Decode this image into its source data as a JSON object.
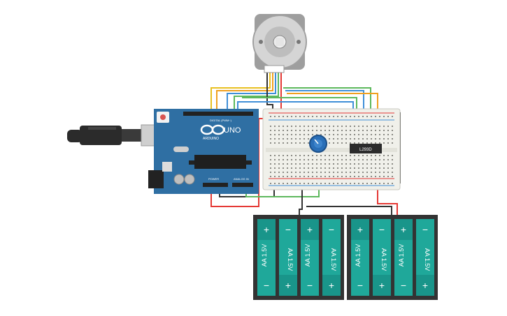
{
  "arduino": {
    "brand": "UNO",
    "logo_text": "ARDUINO",
    "digital_header": "DIGITAL (PWM~)",
    "power_header": "POWER",
    "analog_header": "ANALOG IN"
  },
  "driver_chip": {
    "label": "L293D"
  },
  "battery_packs": [
    {
      "cells": [
        {
          "label": "AA 1.5V",
          "plus": "+",
          "minus": "−"
        },
        {
          "label": "AA 1.5V",
          "plus": "+",
          "minus": "−"
        },
        {
          "label": "AA 1.5V",
          "plus": "+",
          "minus": "−"
        },
        {
          "label": "AA 1.5V",
          "plus": "+",
          "minus": "−"
        }
      ]
    },
    {
      "cells": [
        {
          "label": "AA 1.5V",
          "plus": "+",
          "minus": "−"
        },
        {
          "label": "AA 1.5V",
          "plus": "+",
          "minus": "−"
        },
        {
          "label": "AA 1.5V",
          "plus": "+",
          "minus": "−"
        },
        {
          "label": "AA 1.5V",
          "plus": "+",
          "minus": "−"
        }
      ]
    }
  ],
  "colors": {
    "arduino_board": "#2f6fa3",
    "breadboard": "#f0f0ea",
    "battery_green": "#1fa89a",
    "battery_dark": "#333333",
    "wire_red": "#e53935",
    "wire_black": "#333333",
    "wire_green": "#5cb85c",
    "wire_orange": "#f0a020",
    "wire_blue": "#3f8fd8",
    "wire_yellow": "#e8c020",
    "potentiometer": "#2a6fb8"
  }
}
